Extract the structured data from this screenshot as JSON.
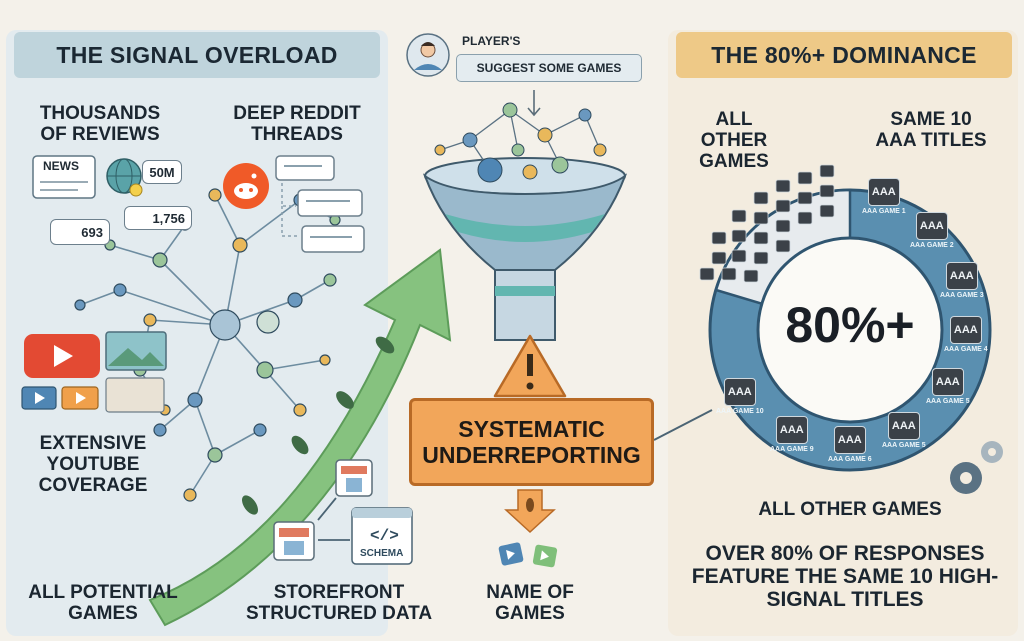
{
  "left_panel": {
    "title": "THE SIGNAL OVERLOAD",
    "label_reviews": "THOUSANDS OF REVIEWS",
    "label_reddit": "DEEP REDDIT THREADS",
    "label_youtube": "EXTENSIVE YOUTUBE COVERAGE",
    "label_all_games": "ALL POTENTIAL GAMES",
    "label_storefront": "STOREFRONT STRUCTURED DATA",
    "badge_news": "NEWS",
    "badge_50m": "50M",
    "badge_693": "693",
    "badge_1756": "1,756",
    "schema_tag": "SCHEMA"
  },
  "center": {
    "player_label": "PLAYER'S",
    "query": "SUGGEST SOME GAMES",
    "box_text": "SYSTEMATIC UNDERREPORTING",
    "output_label": "NAME OF GAMES"
  },
  "right_panel": {
    "title": "THE 80%+ DOMINANCE",
    "label_other_top": "ALL OTHER GAMES",
    "label_same10": "SAME 10 AAA TITLES",
    "center_value": "80%+",
    "label_other_bottom": "ALL OTHER GAMES",
    "footer": "OVER 80% OF RESPONSES FEATURE THE SAME 10 HIGH-SIGNAL TITLES",
    "tile_label": "AAA",
    "games": [
      "AAA GAME 1",
      "AAA GAME 2",
      "AAA GAME 3",
      "AAA GAME 4",
      "AAA GAME 5",
      "AAA GAME 5",
      "AAA GAME 6",
      "AAA GAME 9",
      "AAA GAME 10"
    ]
  },
  "colors": {
    "left_panel_bg": "#e3ebef",
    "right_panel_bg": "#f3ecdf",
    "arrow_green": "#7fbf7a",
    "donut_blue": "#5a8fb0",
    "warning_orange": "#f2a65a"
  }
}
